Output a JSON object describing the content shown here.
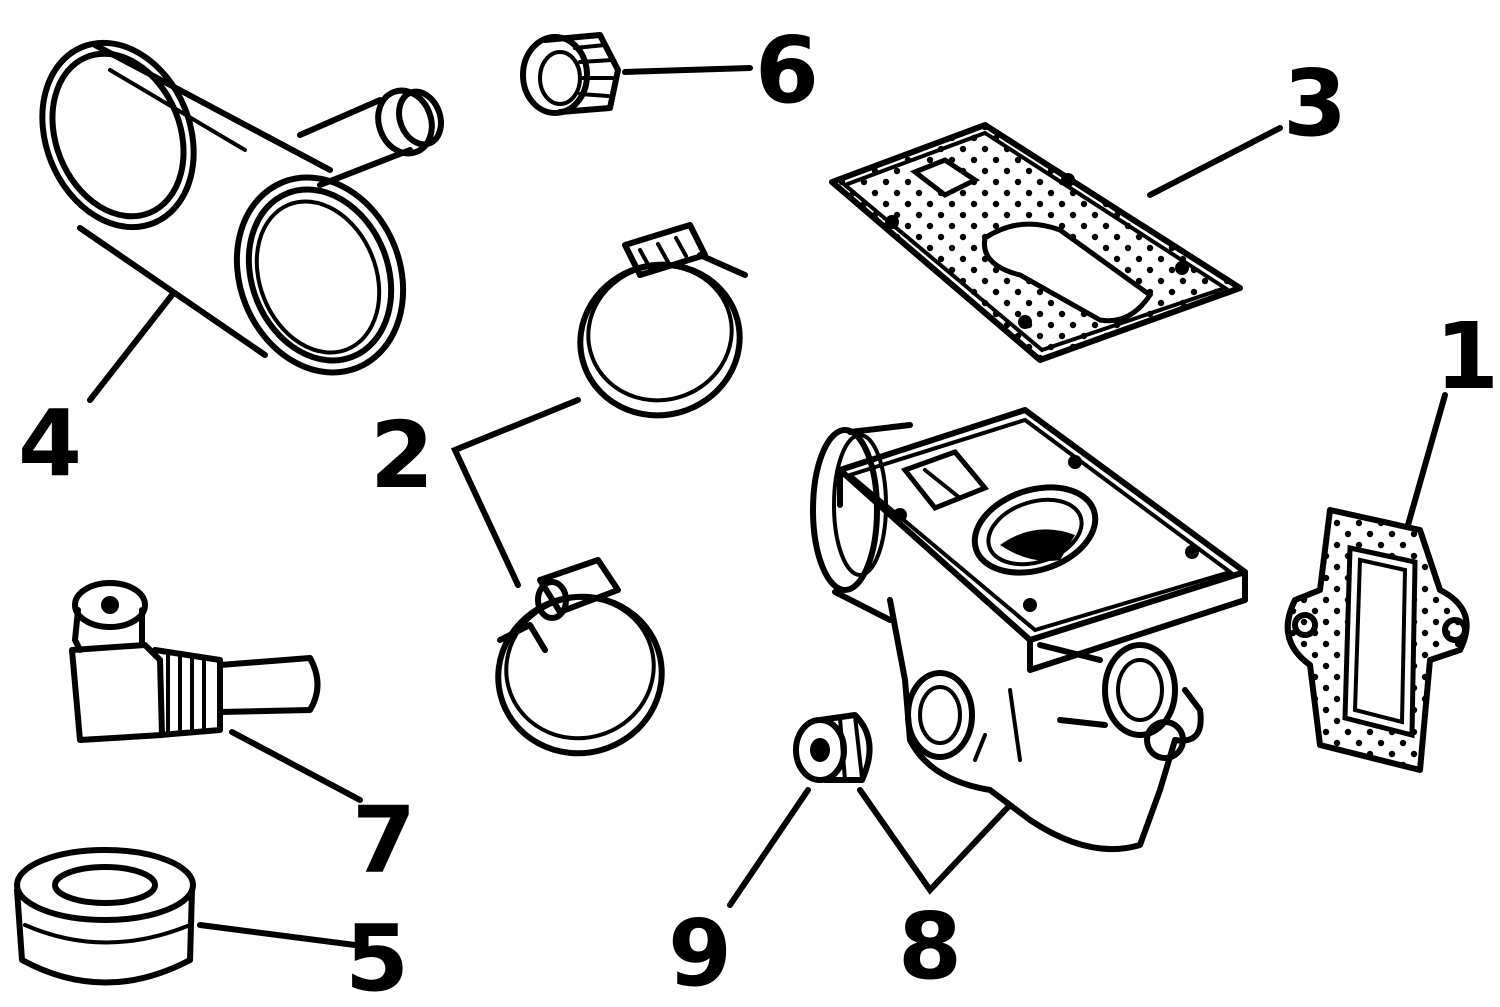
{
  "callouts": {
    "c1": "1",
    "c2": "2",
    "c3": "3",
    "c4": "4",
    "c5": "5",
    "c6": "6",
    "c7": "7",
    "c8": "8",
    "c9": "9"
  },
  "colors": {
    "ink": "#000000",
    "paper": "#ffffff"
  },
  "parts": [
    "gasket-small",
    "hose-clamp",
    "gasket-large",
    "air-intake-silencer",
    "rubber-plug",
    "small-hose-clamp",
    "elbow-fitting",
    "manifold-housing",
    "pipe-plug"
  ]
}
